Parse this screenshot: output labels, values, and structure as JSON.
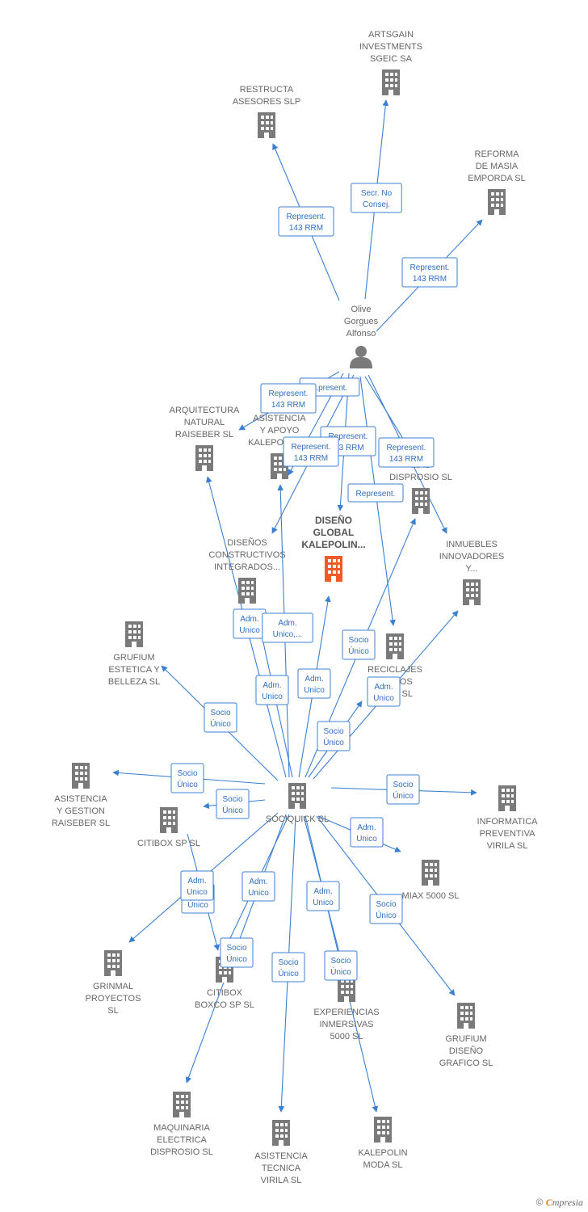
{
  "colors": {
    "edge": "#3b7fd1",
    "node": "#7a7a7a",
    "focus": "#f05a28",
    "label": "#666666"
  },
  "nodes": [
    {
      "id": "artsgain",
      "label": [
        "ARTSGAIN",
        "INVESTMENTS",
        "SGEIC SA"
      ],
      "icon": "building-icon"
    },
    {
      "id": "restructa",
      "label": [
        "RESTRUCTA",
        "ASESORES SLP"
      ],
      "icon": "building-icon"
    },
    {
      "id": "reforma",
      "label": [
        "REFORMA",
        "DE MASIA",
        "EMPORDA  SL"
      ],
      "icon": "building-icon"
    },
    {
      "id": "olive",
      "label": [
        "Olive",
        "Gorgues",
        "Alfonso"
      ],
      "icon": "person-icon"
    },
    {
      "id": "arquitectura",
      "label": [
        "ARQUITECTURA",
        "NATURAL",
        "RAISEBER  SL"
      ],
      "icon": "building-icon"
    },
    {
      "id": "asistencia_apoyo",
      "label": [
        "ASISTENCIA",
        "Y APOYO",
        "KALEPOLIN  SL"
      ],
      "icon": "building-icon"
    },
    {
      "id": "disprosio",
      "label": [
        "...AS",
        "...AS",
        "DISPROSIO  SL"
      ],
      "icon": "building-icon"
    },
    {
      "id": "disenos_globales",
      "label": [
        "DISEÑO",
        "GLOBAL",
        "KALEPOLIN..."
      ],
      "icon": "building-icon",
      "focus": true
    },
    {
      "id": "disenos_constructivos",
      "label": [
        "DISEÑOS",
        "CONSTRUCTIVOS",
        "INTEGRADOS..."
      ],
      "icon": "building-icon"
    },
    {
      "id": "inmuebles",
      "label": [
        "INMUEBLES",
        "INNOVADORES",
        "Y..."
      ],
      "icon": "building-icon"
    },
    {
      "id": "grufium_estetica",
      "label": [
        "GRUFIUM",
        "ESTETICA Y",
        "BELLEZA  SL"
      ],
      "icon": "building-icon"
    },
    {
      "id": "reciclajes",
      "label": [
        "RECICLAJES",
        "E...ICOS",
        "K...IN  SL"
      ],
      "icon": "building-icon"
    },
    {
      "id": "asistencia_gestion",
      "label": [
        "ASISTENCIA",
        "Y GESTION",
        "RAISEBER  SL"
      ],
      "icon": "building-icon"
    },
    {
      "id": "sociquick",
      "label": [
        "SOCIQUICK  SL"
      ],
      "icon": "building-icon"
    },
    {
      "id": "informatica",
      "label": [
        "INFORMATICA",
        "PREVENTIVA",
        "VIRILA  SL"
      ],
      "icon": "building-icon"
    },
    {
      "id": "citibox_sp",
      "label": [
        "CITIBOX SP  SL"
      ],
      "icon": "building-icon"
    },
    {
      "id": "miax",
      "label": [
        "MIAX 5000  SL"
      ],
      "icon": "building-icon"
    },
    {
      "id": "grinmal",
      "label": [
        "GRINMAL",
        "PROYECTOS",
        "SL"
      ],
      "icon": "building-icon"
    },
    {
      "id": "citibox_boxco",
      "label": [
        "CITIBOX",
        "BOXCO SP  SL"
      ],
      "icon": "building-icon"
    },
    {
      "id": "experiencias",
      "label": [
        "EXPERIENCIAS",
        "INMERSIVAS",
        "5000  SL"
      ],
      "icon": "building-icon"
    },
    {
      "id": "grufium_diseno",
      "label": [
        "GRUFIUM",
        "DISEÑO",
        "GRAFICO  SL"
      ],
      "icon": "building-icon"
    },
    {
      "id": "maquinaria",
      "label": [
        "MAQUINARIA",
        "ELECTRICA",
        "DISPROSIO  SL"
      ],
      "icon": "building-icon"
    },
    {
      "id": "asistencia_tecnica",
      "label": [
        "ASISTENCIA",
        "TECNICA",
        "VIRILA  SL"
      ],
      "icon": "building-icon"
    },
    {
      "id": "kalepolin_moda",
      "label": [
        "KALEPOLIN",
        "MODA  SL"
      ],
      "icon": "building-icon"
    }
  ],
  "edges": [
    {
      "from": "olive",
      "to": "restructa",
      "label": [
        "Represent.",
        "143 RRM"
      ]
    },
    {
      "from": "olive",
      "to": "artsgain",
      "label": [
        "Secr.  No",
        "Consej."
      ]
    },
    {
      "from": "olive",
      "to": "reforma",
      "label": [
        "Represent.",
        "143 RRM"
      ]
    },
    {
      "from": "olive",
      "to": "arquitectura",
      "label": [
        "...present."
      ]
    },
    {
      "from": "olive",
      "to": "asistencia_apoyo",
      "label": [
        "Represent.",
        "143 RRM"
      ]
    },
    {
      "from": "olive",
      "to": "disenos_globales",
      "label": [
        "Represent.",
        "...3 RRM"
      ]
    },
    {
      "from": "olive",
      "to": "disenos_constructivos",
      "label": [
        "Represent.",
        "143 RRM"
      ]
    },
    {
      "from": "olive",
      "to": "disprosio",
      "label": [
        "Represent.",
        "143 RRM"
      ]
    },
    {
      "from": "olive",
      "to": "reciclajes",
      "label": [
        "Represent."
      ]
    },
    {
      "from": "olive",
      "to": "inmuebles",
      "label": []
    },
    {
      "from": "sociquick",
      "to": "arquitectura",
      "label": [
        "Adm.",
        "Unico"
      ]
    },
    {
      "from": "sociquick",
      "to": "asistencia_apoyo",
      "label": [
        "Adm.",
        "Unico,..."
      ]
    },
    {
      "from": "sociquick",
      "to": "disenos_globales",
      "label": [
        "Adm.",
        "Unico"
      ]
    },
    {
      "from": "sociquick",
      "to": "disenos_constructivos",
      "label": [
        "Adm.",
        "Unico"
      ]
    },
    {
      "from": "sociquick",
      "to": "disprosio",
      "label": [
        "Socio",
        "Único"
      ]
    },
    {
      "from": "sociquick",
      "to": "reciclajes",
      "label": [
        "Socio",
        "Único"
      ]
    },
    {
      "from": "sociquick",
      "to": "inmuebles",
      "label": [
        "Adm.",
        "Unico"
      ]
    },
    {
      "from": "sociquick",
      "to": "grufium_estetica",
      "label": [
        "Socio",
        "Único"
      ]
    },
    {
      "from": "sociquick",
      "to": "asistencia_gestion",
      "label": [
        "Socio",
        "Único"
      ]
    },
    {
      "from": "sociquick",
      "to": "citibox_sp",
      "label": [
        "Socio",
        "Único"
      ]
    },
    {
      "from": "sociquick",
      "to": "informatica",
      "label": [
        "Socio",
        "Único"
      ]
    },
    {
      "from": "sociquick",
      "to": "miax",
      "label": [
        "Adm.",
        "Unico"
      ]
    },
    {
      "from": "sociquick",
      "to": "grinmal",
      "label": [
        "Socio",
        "Único"
      ]
    },
    {
      "from": "sociquick",
      "to": "citibox_boxco",
      "label": [
        "Adm.",
        "Unico"
      ]
    },
    {
      "from": "sociquick",
      "to": "maquinaria",
      "label": [
        "Socio",
        "Único"
      ]
    },
    {
      "from": "sociquick",
      "to": "asistencia_tecnica",
      "label": [
        "Socio",
        "Único"
      ]
    },
    {
      "from": "sociquick",
      "to": "experiencias",
      "label": [
        "Adm.",
        "Unico"
      ]
    },
    {
      "from": "sociquick",
      "to": "kalepolin_moda",
      "label": [
        "Socio",
        "Único"
      ]
    },
    {
      "from": "sociquick",
      "to": "grufium_diseno",
      "label": [
        "Socio",
        "Único"
      ]
    },
    {
      "from": "sociquick",
      "to": "citibox_boxco",
      "label": [
        "Adm.",
        "Unico"
      ]
    }
  ],
  "footer": {
    "copyright": "©",
    "brand_initial": "C",
    "brand_rest": "mpresia"
  }
}
